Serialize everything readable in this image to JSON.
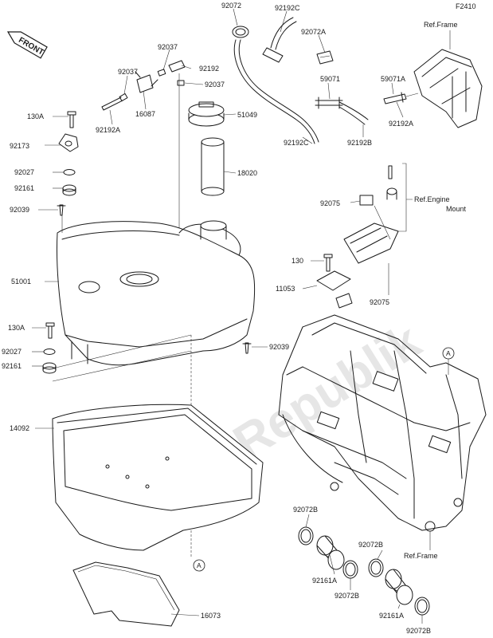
{
  "header": {
    "code": "F2410",
    "front_label": "FRONT"
  },
  "watermark": "PartsRepublik",
  "callouts": {
    "p92072_top": "92072",
    "p92192c_top": "92192C",
    "p92072a": "92072A",
    "p92037_a": "92037",
    "p92037_b": "92037",
    "p92192": "92192",
    "p92037_c": "92037",
    "p59071": "59071",
    "p59071a": "59071A",
    "p16087": "16087",
    "p92192a_l": "92192A",
    "p51049": "51049",
    "p92192c_b": "92192C",
    "p92192b": "92192B",
    "p92192a_r": "92192A",
    "p130a_top": "130A",
    "p92173": "92173",
    "p18020": "18020",
    "p92027_top": "92027",
    "p92161_top": "92161",
    "p92039_l": "92039",
    "p92075_top": "92075",
    "p51001": "51001",
    "p130": "130",
    "p11053": "11053",
    "p92075_b": "92075",
    "p130a_b": "130A",
    "p92027_b": "92027",
    "p92161_b": "92161",
    "p92039_r": "92039",
    "p14092": "14092",
    "p92072b_1": "92072B",
    "p92072b_2": "92072B",
    "p92161a_1": "92161A",
    "p92072b_3": "92072B",
    "p92161a_2": "92161A",
    "p92072b_4": "92072B",
    "p16073": "16073",
    "ref_frame_top": "Ref.Frame",
    "ref_engine_1": "Ref.Engine",
    "ref_engine_2": "Mount",
    "ref_frame_bottom": "Ref.Frame",
    "marker_a_1": "A",
    "marker_a_2": "A"
  }
}
